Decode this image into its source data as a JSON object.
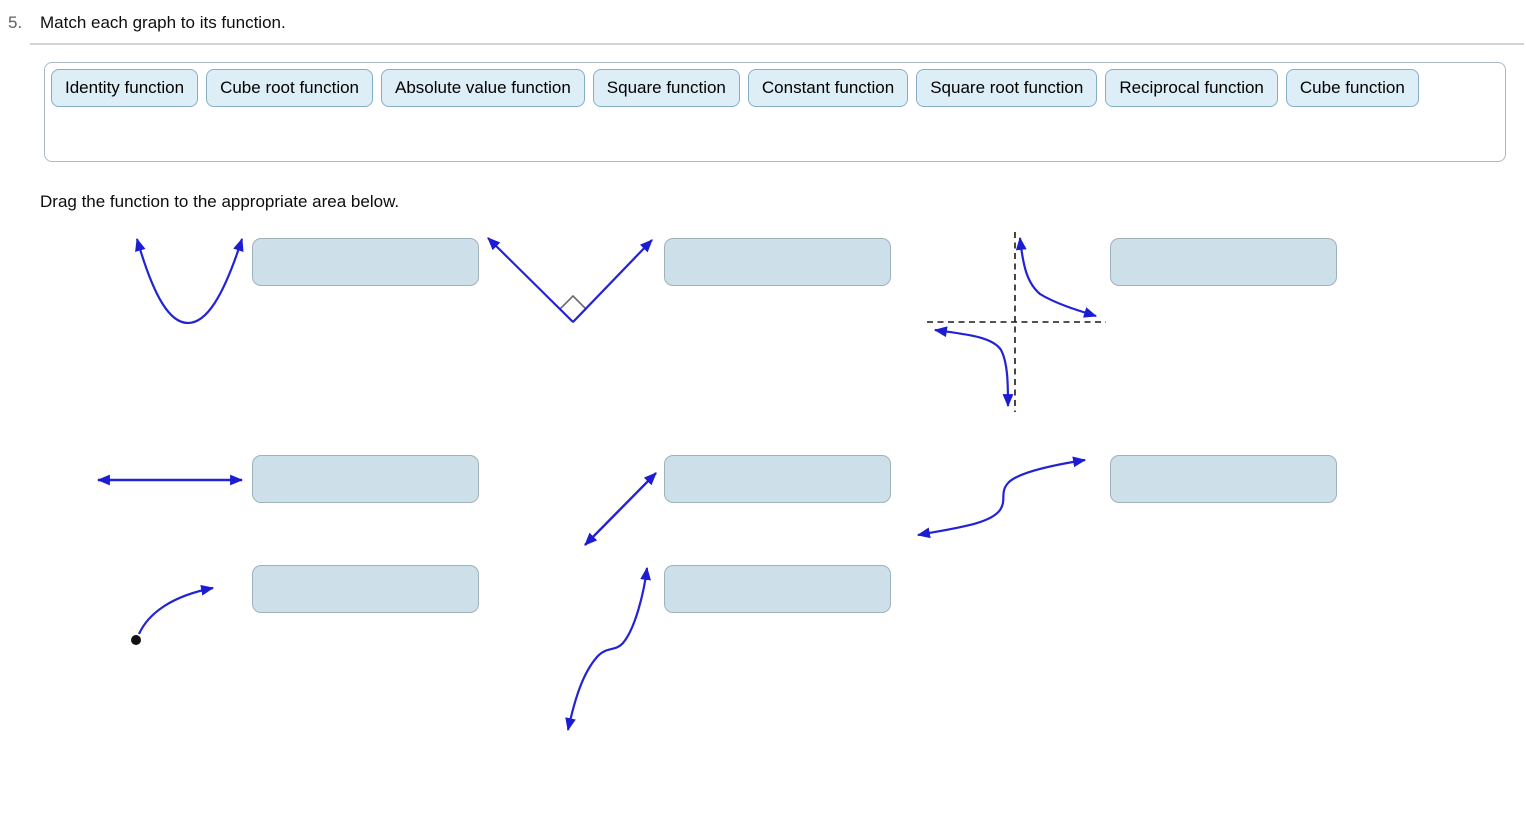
{
  "question": {
    "number": "5.",
    "prompt": "Match each graph to its function."
  },
  "instruction": "Drag the function to the appropriate area below.",
  "answer_bank": {
    "chips": [
      "Identity function",
      "Cube root function",
      "Absolute value function",
      "Square function",
      "Constant function",
      "Square root function",
      "Reciprocal function",
      "Cube function"
    ]
  },
  "graphs": [
    {
      "icon": "parabola-up-graph"
    },
    {
      "icon": "v-shape-right-angle-graph"
    },
    {
      "icon": "hyperbola-with-dashed-asymptotes-graph"
    },
    {
      "icon": "horizontal-double-arrow-graph"
    },
    {
      "icon": "diagonal-double-arrow-graph"
    },
    {
      "icon": "s-curve-horizontal-graph"
    },
    {
      "icon": "curve-with-endpoint-dot-graph"
    },
    {
      "icon": "s-curve-vertical-graph"
    }
  ],
  "drop_zones": [
    {
      "id": "zone-parabola",
      "value": ""
    },
    {
      "id": "zone-v-shape",
      "value": ""
    },
    {
      "id": "zone-hyperbola",
      "value": ""
    },
    {
      "id": "zone-horizontal-line",
      "value": ""
    },
    {
      "id": "zone-diagonal-line",
      "value": ""
    },
    {
      "id": "zone-s-horizontal",
      "value": ""
    },
    {
      "id": "zone-endpoint-curve",
      "value": ""
    },
    {
      "id": "zone-s-vertical",
      "value": ""
    }
  ],
  "colors": {
    "curve_blue": "#2323d6",
    "asymptote_black": "#1a1a1a",
    "chip_bg": "#ddeef7",
    "chip_border": "#84aec6",
    "dropzone_bg": "#cddfe8",
    "dropzone_border": "#9fb2bb",
    "bank_border": "#a9bac3",
    "divider_gray": "#d3d3d3",
    "question_number_gray": "#5f5f5f"
  }
}
